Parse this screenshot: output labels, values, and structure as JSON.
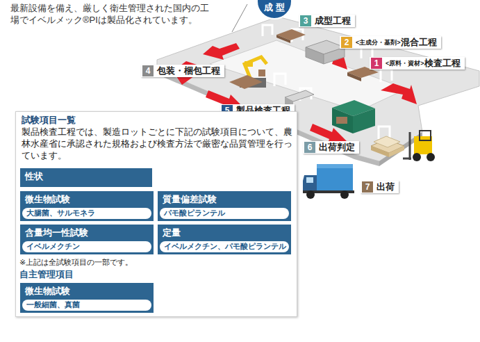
{
  "diagram": {
    "nodes": [
      {
        "text": [
          "成 型"
        ]
      },
      {
        "text": [
          "3",
          "成型工程"
        ]
      },
      {
        "text": [
          "2",
          "<主成分・基剤>",
          "混合工程"
        ]
      },
      {
        "text": [
          "1",
          "<原料・資材>",
          "検査工程"
        ]
      },
      {
        "text": [
          "4",
          "包装・梱包工程"
        ]
      },
      {
        "text": [
          "5",
          "製品検査工程"
        ]
      },
      {
        "text": [
          "6",
          "出荷判定"
        ]
      },
      {
        "text": [
          "7",
          "出荷"
        ]
      },
      {
        "text": [
          "試験項目一覧",
          "製品検査工程では、製造ロットごとに下記の試験項目について、農林水産省に承認された規格および検査方法で厳密な品質管理を行っています。"
        ]
      },
      {
        "text": [
          "性状"
        ],
        "in": 8
      },
      {
        "text": [
          "微生物試験",
          "大腸菌、サルモネラ"
        ],
        "in": 8
      },
      {
        "text": [
          "質量偏差試験",
          "パモ酸ピランテル"
        ],
        "in": 8
      },
      {
        "text": [
          "含量均一性試験",
          "イベルメクチン"
        ],
        "in": 8
      },
      {
        "text": [
          "定量",
          "イベルメクチン、パモ酸ピランテル"
        ],
        "in": 8
      },
      {
        "text": [
          "微生物試験",
          "一般細菌、真菌"
        ],
        "in": 8
      }
    ],
    "labels": [
      "最新設備を備え、厳しく衛生管理された国内の工場でイベルメック®PIは製品化されています。",
      "※上記は全試験項目の一部です。",
      "自主管理項目"
    ]
  }
}
